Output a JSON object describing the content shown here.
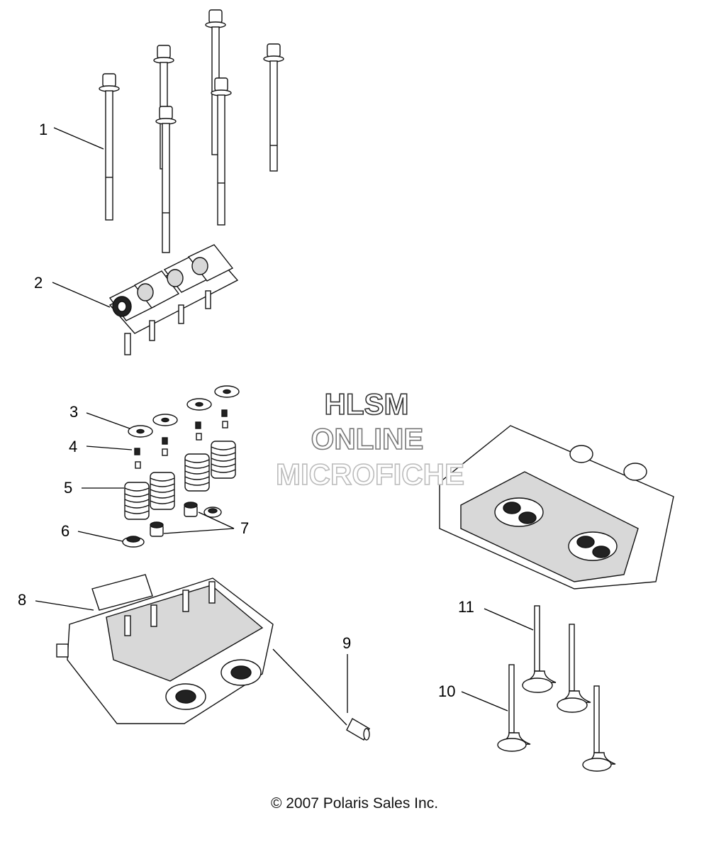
{
  "callouts": [
    {
      "id": "1",
      "label": "1"
    },
    {
      "id": "2",
      "label": "2"
    },
    {
      "id": "3",
      "label": "3"
    },
    {
      "id": "4",
      "label": "4"
    },
    {
      "id": "5",
      "label": "5"
    },
    {
      "id": "6",
      "label": "6"
    },
    {
      "id": "7",
      "label": "7"
    },
    {
      "id": "8",
      "label": "8"
    },
    {
      "id": "9",
      "label": "9"
    },
    {
      "id": "10",
      "label": "10"
    },
    {
      "id": "11",
      "label": "11"
    }
  ],
  "watermark": {
    "line1": "HLSM",
    "line2": "ONLINE",
    "line3": "MICROFICHE"
  },
  "copyright": "© 2007 Polaris Sales Inc."
}
